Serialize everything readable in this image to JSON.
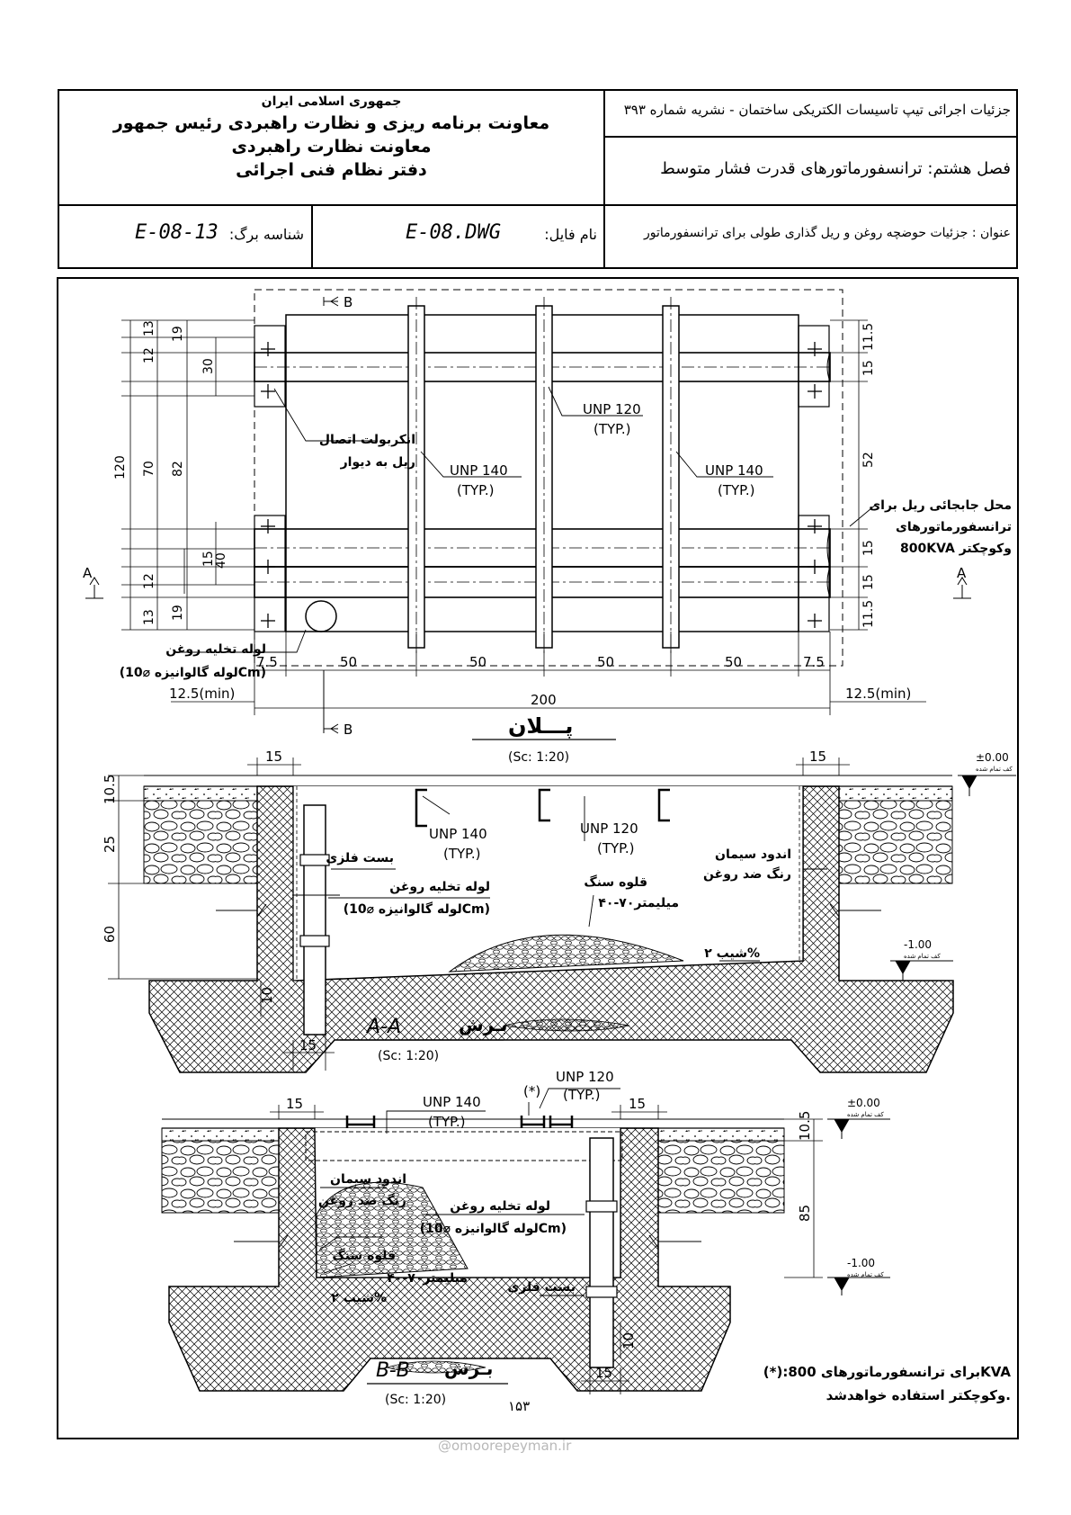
{
  "title_block": {
    "org_lines": [
      "جمهوری اسلامی ایران",
      "معاونت برنامه ریزی و نظارت راهبردی رئیس جمهور",
      "معاونت نظارت راهبردی",
      "دفتر نظام فنی اجرائی"
    ],
    "publication": "جزئیات اجرائی تیپ تاسیسات الکتریکی ساختمان - نشریه شماره ۳۹۳",
    "chapter": "فصل هشتم: ترانسفورماتورهای قدرت فشار متوسط",
    "sheet_id_label": "شناسه برگ:",
    "sheet_id": "E-08-13",
    "file_label": "نام فایل:",
    "file_name": "E-08.DWG",
    "subject": "عنوان : جزئیات حوضچه روغن و ریل گذاری طولی برای ترانسفورماتور"
  },
  "plan": {
    "title": "پـــلان",
    "scale": "(Sc: 1:20)",
    "section_a": "A",
    "section_b": "B",
    "labels": {
      "anchor_bolt_1": "انکربولت اتصال",
      "anchor_bolt_2": "ریل به دیوار",
      "unp140": "UNP 140",
      "unp120": "UNP 120",
      "typ": "(TYP.)",
      "rail_loc_1": "محل جابجائی ریل برای",
      "rail_loc_2": "ترانسفورماتورهای",
      "rail_loc_3": "800KVA وکوچکتر",
      "drain_1": "لوله تخلیه روغن",
      "drain_2": "(لوله گالوانیزه ⌀10Cm)",
      "min_left": "12.5(min)",
      "min_right": "12.5(min)"
    },
    "dims_left_outer": "120",
    "dims_left_mid": [
      "70",
      "82"
    ],
    "dims_left_top": [
      "13",
      "12",
      "19",
      "30"
    ],
    "dims_left_bottom": [
      "15",
      "40",
      "12",
      "13",
      "19"
    ],
    "dims_right": [
      "11.5",
      "15",
      "52",
      "15",
      "15",
      "11.5"
    ],
    "dims_bottom": [
      "7.5",
      "50",
      "50",
      "50",
      "50",
      "7.5"
    ],
    "dim_total": "200"
  },
  "section_aa": {
    "title": "A-A",
    "title_word": "بـرش",
    "scale": "(Sc: 1:20)",
    "wall": "15",
    "dims_left": [
      "10.5",
      "25",
      "60",
      "10"
    ],
    "base": "15",
    "level_top": "±0.00",
    "level_bot": "-1.00",
    "level_caption": "کف تمام شده",
    "labels": {
      "clamp": "بست فلزی",
      "drain_1": "لوله تخلیه روغن",
      "drain_2": "(لوله گالوانیزه ⌀10Cm)",
      "unp140": "UNP 140",
      "unp120": "UNP 120",
      "typ": "(TYP.)",
      "stone_1": "قلوه سنگ",
      "stone_2": "۴۰-۷۰میلیمتر",
      "plaster_1": "اندود سیمان",
      "plaster_2": "رنگ ضد روغن",
      "slope": "شیب ۲%"
    }
  },
  "section_bb": {
    "title": "B-B",
    "title_word": "بـرش",
    "scale": "(Sc: 1:20)",
    "wall": "15",
    "dims_right": [
      "10.5",
      "85"
    ],
    "dim_10": "10",
    "base": "15",
    "star": "(*)",
    "level_top": "±0.00",
    "level_bot": "-1.00",
    "level_caption": "کف تمام شده",
    "labels": {
      "unp140": "UNP 140",
      "unp120": "UNP 120",
      "typ": "(TYP.)",
      "plaster_1": "اندود سیمان",
      "plaster_2": "رنگ ضد روغن",
      "drain_1": "لوله تخلیه روغن",
      "drain_2": "(لوله گالوانیزه ⌀10Cm)",
      "stone_1": "قلوه سنگ",
      "stone_2": "۴۰-۷۰میلیمتر",
      "slope": "شیب ۲%",
      "clamp": "بست فلزی"
    }
  },
  "note": {
    "line1": "(*):برای ترانسفورماتورهای 800KVA",
    "line2": "وکوچکتر استفاده خواهدشد."
  },
  "page_number": "۱۵۳",
  "watermark": "@omoorepeyman.ir"
}
